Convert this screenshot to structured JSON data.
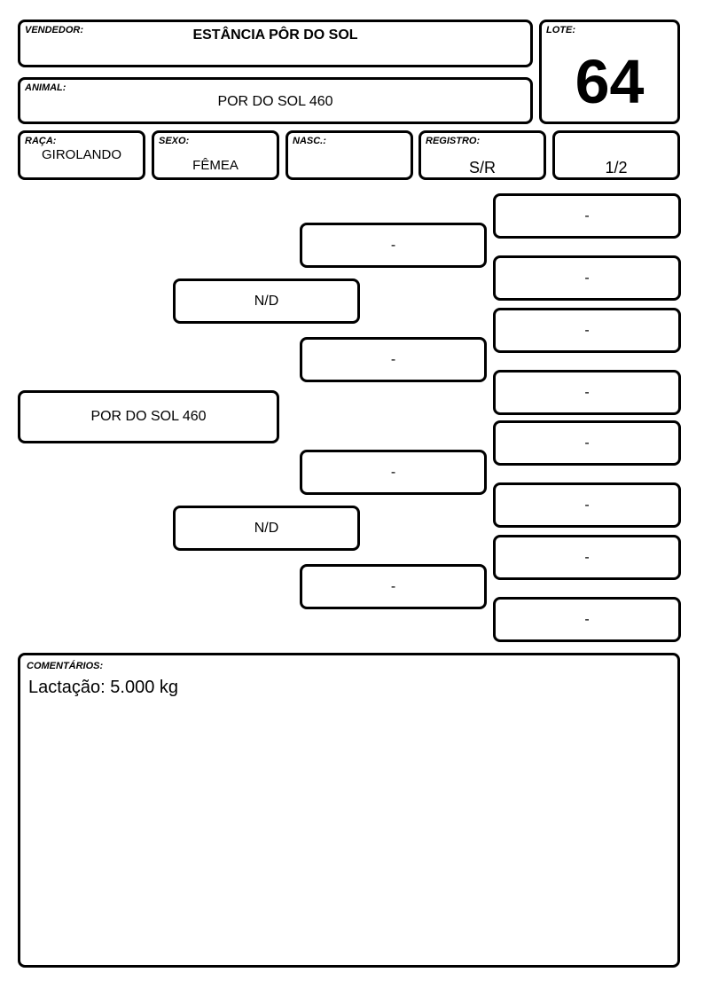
{
  "header": {
    "vendedor_label": "VENDEDOR:",
    "vendedor": "ESTÂNCIA PÔR DO SOL",
    "lote_label": "LOTE:",
    "lote": "64",
    "animal_label": "ANIMAL:",
    "animal": "POR DO SOL 460"
  },
  "info": {
    "raca_label": "RAÇA:",
    "raca": "GIROLANDO",
    "sexo_label": "SEXO:",
    "sexo": "FÊMEA",
    "nasc_label": "NASC.:",
    "nasc": "",
    "registro_label": "REGISTRO:",
    "registro": "S/R",
    "grau": "1/2"
  },
  "pedigree": {
    "animal": "POR DO SOL 460",
    "sire": "N/D",
    "dam": "N/D",
    "sire_sire": "-",
    "sire_dam": "-",
    "dam_sire": "-",
    "dam_dam": "-",
    "gen3": [
      "-",
      "-",
      "-",
      "-",
      "-",
      "-",
      "-",
      "-"
    ]
  },
  "comments": {
    "label": "COMENTÁRIOS:",
    "text": "Lactação: 5.000 kg"
  }
}
